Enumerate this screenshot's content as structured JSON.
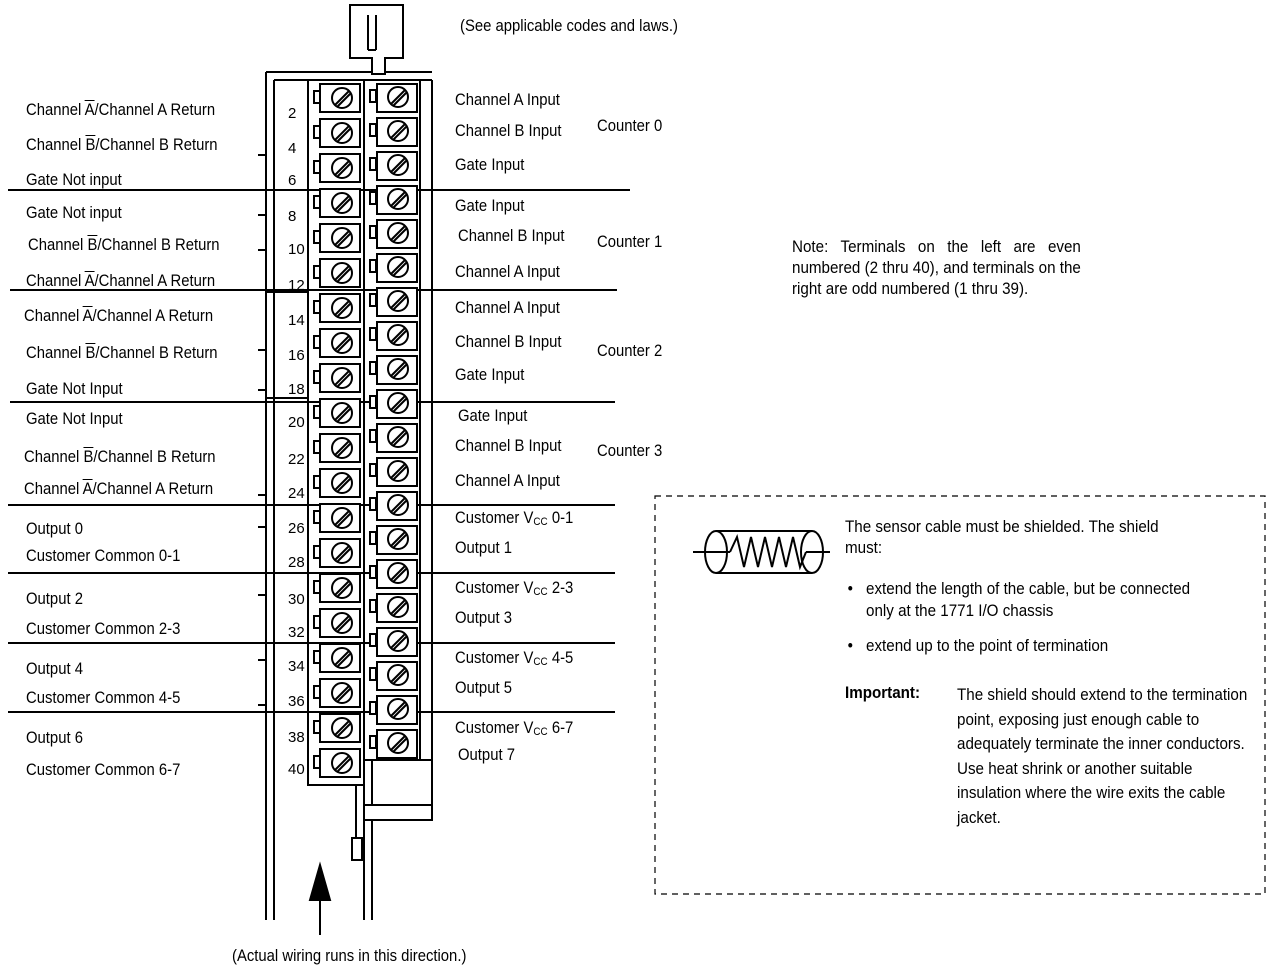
{
  "top_note": "(See applicable codes and laws.)",
  "bottom_note": "(Actual wiring runs in this direction.)",
  "left_labels": [
    {
      "pre": "Channel ",
      "bar": "A",
      "post": "/Channel A Return"
    },
    {
      "pre": "Channel ",
      "bar": "B",
      "post": "/Channel B Return"
    },
    {
      "pre": "Gate Not input",
      "bar": "",
      "post": ""
    },
    {
      "pre": "Gate Not input",
      "bar": "",
      "post": ""
    },
    {
      "pre": "Channel ",
      "bar": "B",
      "post": "/Channel B Return"
    },
    {
      "pre": "Channel ",
      "bar": "A",
      "post": "/Channel A Return"
    },
    {
      "pre": "Channel ",
      "bar": "A",
      "post": "/Channel A Return"
    },
    {
      "pre": "Channel ",
      "bar": "B",
      "post": "/Channel B Return"
    },
    {
      "pre": "Gate Not Input",
      "bar": "",
      "post": ""
    },
    {
      "pre": "Gate Not Input",
      "bar": "",
      "post": ""
    },
    {
      "pre": "Channel ",
      "bar": "B",
      "post": "/Channel B Return"
    },
    {
      "pre": "Channel ",
      "bar": "A",
      "post": "/Channel A Return"
    },
    {
      "pre": "Output 0",
      "bar": "",
      "post": ""
    },
    {
      "pre": "Customer Common 0-1",
      "bar": "",
      "post": ""
    },
    {
      "pre": "Output 2",
      "bar": "",
      "post": ""
    },
    {
      "pre": "Customer Common 2-3",
      "bar": "",
      "post": ""
    },
    {
      "pre": "Output 4",
      "bar": "",
      "post": ""
    },
    {
      "pre": "Customer Common 4-5",
      "bar": "",
      "post": ""
    },
    {
      "pre": "Output 6",
      "bar": "",
      "post": ""
    },
    {
      "pre": "Customer Common 6-7",
      "bar": "",
      "post": ""
    }
  ],
  "left_numbers": [
    "2",
    "4",
    "6",
    "8",
    "10",
    "12",
    "14",
    "16",
    "18",
    "20",
    "22",
    "24",
    "26",
    "28",
    "30",
    "32",
    "34",
    "36",
    "38",
    "40"
  ],
  "right_labels": [
    {
      "pre": "Channel A Input",
      "sub": "",
      "post": ""
    },
    {
      "pre": "Channel B Input",
      "sub": "",
      "post": ""
    },
    {
      "pre": "Gate Input",
      "sub": "",
      "post": ""
    },
    {
      "pre": "Gate Input",
      "sub": "",
      "post": ""
    },
    {
      "pre": "Channel B Input",
      "sub": "",
      "post": ""
    },
    {
      "pre": "Channel A Input",
      "sub": "",
      "post": ""
    },
    {
      "pre": "Channel A Input",
      "sub": "",
      "post": ""
    },
    {
      "pre": "Channel B Input",
      "sub": "",
      "post": ""
    },
    {
      "pre": "Gate Input",
      "sub": "",
      "post": ""
    },
    {
      "pre": "Gate Input",
      "sub": "",
      "post": ""
    },
    {
      "pre": "Channel B Input",
      "sub": "",
      "post": ""
    },
    {
      "pre": "Channel A Input",
      "sub": "",
      "post": ""
    },
    {
      "pre": "Customer V",
      "sub": "CC",
      "post": " 0-1"
    },
    {
      "pre": "Output 1",
      "sub": "",
      "post": ""
    },
    {
      "pre": "Customer V",
      "sub": "CC",
      "post": " 2-3"
    },
    {
      "pre": "Output 3",
      "sub": "",
      "post": ""
    },
    {
      "pre": "Customer V",
      "sub": "CC",
      "post": " 4-5"
    },
    {
      "pre": "Output 5",
      "sub": "",
      "post": ""
    },
    {
      "pre": "Customer V",
      "sub": "CC",
      "post": " 6-7"
    },
    {
      "pre": "Output 7",
      "sub": "",
      "post": ""
    }
  ],
  "counters": [
    "Counter 0",
    "Counter 1",
    "Counter 2",
    "Counter 3"
  ],
  "terminal_note": "Note: Terminals on the left are even numbered (2 thru 40), and terminals on the right are odd numbered (1 thru 39).",
  "shield": {
    "intro": "The sensor cable must be shielded.  The shield must:",
    "bullets": [
      "extend the length of the cable, but be connected only at the 1771 I/O chassis",
      "extend up to the point of termination"
    ],
    "important_label": "Important:",
    "important_text": "The shield should extend to the termination point, exposing just enough cable to adequately terminate the inner conductors. Use heat shrink or another suitable insulation where the wire exits the cable jacket."
  },
  "colors": {
    "ink": "#000000",
    "background": "#ffffff"
  }
}
